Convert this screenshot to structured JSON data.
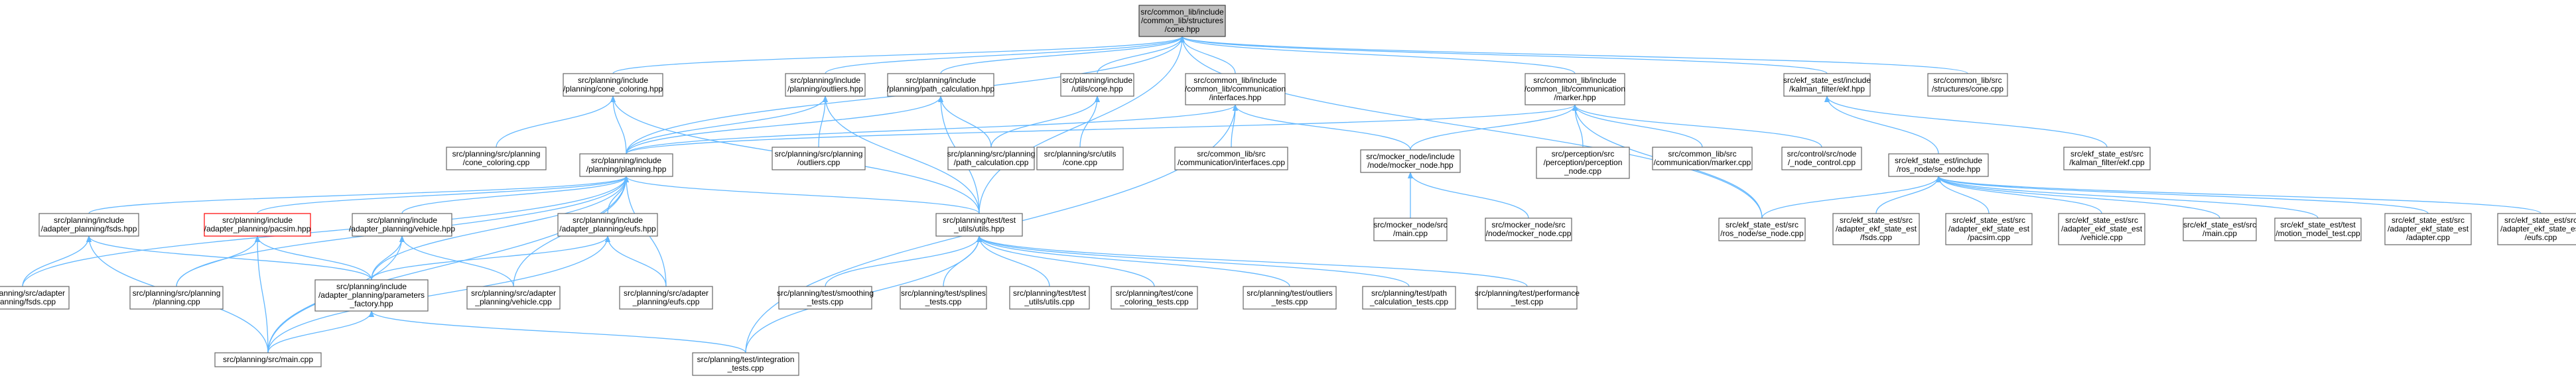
{
  "colors": {
    "edge": "#63b8ff",
    "node_border": "#666666",
    "root_fill": "#bfbfbf",
    "highlight_border": "#ff0000"
  },
  "nodes": [
    {
      "id": "cone_hpp",
      "lines": [
        "src/common_lib/include",
        "/common_lib/structures",
        "/cone.hpp"
      ]
    },
    {
      "id": "cone_coloring_hpp",
      "lines": [
        "src/planning/include",
        "/planning/cone_coloring.hpp"
      ]
    },
    {
      "id": "outliers_hpp",
      "lines": [
        "src/planning/include",
        "/planning/outliers.hpp"
      ]
    },
    {
      "id": "path_calc_hpp",
      "lines": [
        "src/planning/include",
        "/planning/path_calculation.hpp"
      ]
    },
    {
      "id": "utils_cone_hpp",
      "lines": [
        "src/planning/include",
        "/utils/cone.hpp"
      ]
    },
    {
      "id": "interfaces_hpp",
      "lines": [
        "src/common_lib/include",
        "/common_lib/communication",
        "/interfaces.hpp"
      ]
    },
    {
      "id": "marker_hpp",
      "lines": [
        "src/common_lib/include",
        "/common_lib/communication",
        "/marker.hpp"
      ]
    },
    {
      "id": "kalman_filter_hpp",
      "lines": [
        "src/ekf_state_est/include",
        "/kalman_filter/ekf.hpp"
      ]
    },
    {
      "id": "structures_cone_cpp",
      "lines": [
        "src/common_lib/src",
        "/structures/cone.cpp"
      ]
    },
    {
      "id": "cone_coloring_cpp",
      "lines": [
        "src/planning/src/planning",
        "/cone_coloring.cpp"
      ]
    },
    {
      "id": "planning_hpp",
      "lines": [
        "src/planning/include",
        "/planning/planning.hpp"
      ]
    },
    {
      "id": "outliers_cpp",
      "lines": [
        "src/planning/src/planning",
        "/outliers.cpp"
      ]
    },
    {
      "id": "path_calc_cpp",
      "lines": [
        "src/planning/src/planning",
        "/path_calculation.cpp"
      ]
    },
    {
      "id": "utils_cone_cpp",
      "lines": [
        "src/planning/src/utils",
        "/cone.cpp"
      ]
    },
    {
      "id": "interfaces_cpp",
      "lines": [
        "src/common_lib/src",
        "/communication/interfaces.cpp"
      ]
    },
    {
      "id": "mocker_node_hpp",
      "lines": [
        "src/mocker_node/include",
        "/node/mocker_node.hpp"
      ]
    },
    {
      "id": "perception_node_cpp",
      "lines": [
        "src/perception/src",
        "/perception/perception",
        "_node.cpp"
      ]
    },
    {
      "id": "marker_cpp",
      "lines": [
        "src/common_lib/src",
        "/communication/marker.cpp"
      ]
    },
    {
      "id": "control_node_cpp",
      "lines": [
        "src/control/src/node",
        "/_node_control.cpp"
      ]
    },
    {
      "id": "se_node_hpp",
      "lines": [
        "src/ekf_state_est/include",
        "/ros_node/se_node.hpp"
      ]
    },
    {
      "id": "kalman_filter_cpp",
      "lines": [
        "src/ekf_state_est/src",
        "/kalman_filter/ekf.cpp"
      ]
    },
    {
      "id": "fsds_hpp",
      "lines": [
        "src/planning/include",
        "/adapter_planning/fsds.hpp"
      ]
    },
    {
      "id": "pacsim_hpp",
      "lines": [
        "src/planning/include",
        "/adapter_planning/pacsim.hpp"
      ]
    },
    {
      "id": "vehicle_hpp",
      "lines": [
        "src/planning/include",
        "/adapter_planning/vehicle.hpp"
      ]
    },
    {
      "id": "eufs_hpp",
      "lines": [
        "src/planning/include",
        "/adapter_planning/eufs.hpp"
      ]
    },
    {
      "id": "utils_hpp",
      "lines": [
        "src/planning/test/test",
        "_utils/utils.hpp"
      ]
    },
    {
      "id": "mocker_main_cpp",
      "lines": [
        "src/mocker_node/src",
        "/main.cpp"
      ]
    },
    {
      "id": "mocker_node_cpp",
      "lines": [
        "src/mocker_node/src",
        "/node/mocker_node.cpp"
      ]
    },
    {
      "id": "se_node_cpp",
      "lines": [
        "src/ekf_state_est/src",
        "/ros_node/se_node.cpp"
      ]
    },
    {
      "id": "ekf_fsds_cpp",
      "lines": [
        "src/ekf_state_est/src",
        "/adapter_ekf_state_est",
        "/fsds.cpp"
      ]
    },
    {
      "id": "ekf_pacsim_cpp",
      "lines": [
        "src/ekf_state_est/src",
        "/adapter_ekf_state_est",
        "/pacsim.cpp"
      ]
    },
    {
      "id": "ekf_vehicle_cpp",
      "lines": [
        "src/ekf_state_est/src",
        "/adapter_ekf_state_est",
        "/vehicle.cpp"
      ]
    },
    {
      "id": "ekf_main_cpp",
      "lines": [
        "src/ekf_state_est/src",
        "/main.cpp"
      ]
    },
    {
      "id": "motion_model_test_cpp",
      "lines": [
        "src/ekf_state_est/test",
        "/motion_model_test.cpp"
      ]
    },
    {
      "id": "ekf_adapter_cpp",
      "lines": [
        "src/ekf_state_est/src",
        "/adapter_ekf_state_est",
        "/adapter.cpp"
      ]
    },
    {
      "id": "ekf_eufs_cpp",
      "lines": [
        "src/ekf_state_est/src",
        "/adapter_ekf_state_est",
        "/eufs.cpp"
      ]
    },
    {
      "id": "adapter_fsds_cpp",
      "lines": [
        "src/planning/src/adapter",
        "_planning/fsds.cpp"
      ]
    },
    {
      "id": "planning_cpp",
      "lines": [
        "src/planning/src/planning",
        "/planning.cpp"
      ]
    },
    {
      "id": "parameters_factory_hpp",
      "lines": [
        "src/planning/include",
        "/adapter_planning/parameters",
        "_factory.hpp"
      ]
    },
    {
      "id": "adapter_vehicle_cpp",
      "lines": [
        "src/planning/src/adapter",
        "_planning/vehicle.cpp"
      ]
    },
    {
      "id": "adapter_eufs_cpp",
      "lines": [
        "src/planning/src/adapter",
        "_planning/eufs.cpp"
      ]
    },
    {
      "id": "smoothing_tests_cpp",
      "lines": [
        "src/planning/test/smoothing",
        "_tests.cpp"
      ]
    },
    {
      "id": "splines_tests_cpp",
      "lines": [
        "src/planning/test/splines",
        "_tests.cpp"
      ]
    },
    {
      "id": "utils_cpp",
      "lines": [
        "src/planning/test/test",
        "_utils/utils.cpp"
      ]
    },
    {
      "id": "cone_coloring_tests_cpp",
      "lines": [
        "src/planning/test/cone",
        "_coloring_tests.cpp"
      ]
    },
    {
      "id": "outliers_tests_cpp",
      "lines": [
        "src/planning/test/outliers",
        "_tests.cpp"
      ]
    },
    {
      "id": "path_calc_tests_cpp",
      "lines": [
        "src/planning/test/path",
        "_calculation_tests.cpp"
      ]
    },
    {
      "id": "performance_test_cpp",
      "lines": [
        "src/planning/test/performance",
        "_test.cpp"
      ]
    },
    {
      "id": "planning_main_cpp",
      "lines": [
        "src/planning/src/main.cpp"
      ]
    },
    {
      "id": "integration_tests_cpp",
      "lines": [
        "src/planning/test/integration",
        "_tests.cpp"
      ]
    }
  ],
  "edges": [
    [
      "cone_coloring_hpp",
      "cone_hpp"
    ],
    [
      "outliers_hpp",
      "cone_hpp"
    ],
    [
      "path_calc_hpp",
      "cone_hpp"
    ],
    [
      "utils_cone_hpp",
      "cone_hpp"
    ],
    [
      "interfaces_hpp",
      "cone_hpp"
    ],
    [
      "marker_hpp",
      "cone_hpp"
    ],
    [
      "kalman_filter_hpp",
      "cone_hpp"
    ],
    [
      "structures_cone_cpp",
      "cone_hpp"
    ],
    [
      "planning_hpp",
      "cone_hpp"
    ],
    [
      "utils_hpp",
      "cone_hpp"
    ],
    [
      "se_node_cpp",
      "cone_hpp"
    ],
    [
      "cone_coloring_cpp",
      "cone_coloring_hpp"
    ],
    [
      "planning_hpp",
      "cone_coloring_hpp"
    ],
    [
      "utils_hpp",
      "cone_coloring_hpp"
    ],
    [
      "outliers_cpp",
      "outliers_hpp"
    ],
    [
      "planning_hpp",
      "outliers_hpp"
    ],
    [
      "utils_hpp",
      "outliers_hpp"
    ],
    [
      "path_calc_cpp",
      "path_calc_hpp"
    ],
    [
      "planning_hpp",
      "path_calc_hpp"
    ],
    [
      "utils_hpp",
      "path_calc_hpp"
    ],
    [
      "path_calc_cpp",
      "utils_cone_hpp"
    ],
    [
      "utils_cone_cpp",
      "utils_cone_hpp"
    ],
    [
      "interfaces_cpp",
      "interfaces_hpp"
    ],
    [
      "mocker_node_hpp",
      "interfaces_hpp"
    ],
    [
      "planning_hpp",
      "interfaces_hpp"
    ],
    [
      "integration_tests_cpp",
      "interfaces_hpp"
    ],
    [
      "mocker_node_hpp",
      "marker_hpp"
    ],
    [
      "perception_node_cpp",
      "marker_hpp"
    ],
    [
      "marker_cpp",
      "marker_hpp"
    ],
    [
      "control_node_cpp",
      "marker_hpp"
    ],
    [
      "planning_hpp",
      "marker_hpp"
    ],
    [
      "se_node_cpp",
      "marker_hpp"
    ],
    [
      "se_node_hpp",
      "kalman_filter_hpp"
    ],
    [
      "kalman_filter_cpp",
      "kalman_filter_hpp"
    ],
    [
      "mocker_main_cpp",
      "mocker_node_hpp"
    ],
    [
      "mocker_node_cpp",
      "mocker_node_hpp"
    ],
    [
      "se_node_cpp",
      "se_node_hpp"
    ],
    [
      "ekf_fsds_cpp",
      "se_node_hpp"
    ],
    [
      "ekf_pacsim_cpp",
      "se_node_hpp"
    ],
    [
      "ekf_vehicle_cpp",
      "se_node_hpp"
    ],
    [
      "ekf_main_cpp",
      "se_node_hpp"
    ],
    [
      "motion_model_test_cpp",
      "se_node_hpp"
    ],
    [
      "ekf_adapter_cpp",
      "se_node_hpp"
    ],
    [
      "ekf_eufs_cpp",
      "se_node_hpp"
    ],
    [
      "fsds_hpp",
      "planning_hpp"
    ],
    [
      "pacsim_hpp",
      "planning_hpp"
    ],
    [
      "vehicle_hpp",
      "planning_hpp"
    ],
    [
      "eufs_hpp",
      "planning_hpp"
    ],
    [
      "utils_hpp",
      "planning_hpp"
    ],
    [
      "adapter_fsds_cpp",
      "planning_hpp"
    ],
    [
      "planning_cpp",
      "planning_hpp"
    ],
    [
      "parameters_factory_hpp",
      "planning_hpp"
    ],
    [
      "adapter_vehicle_cpp",
      "planning_hpp"
    ],
    [
      "adapter_eufs_cpp",
      "planning_hpp"
    ],
    [
      "planning_main_cpp",
      "planning_hpp"
    ],
    [
      "adapter_fsds_cpp",
      "fsds_hpp"
    ],
    [
      "parameters_factory_hpp",
      "fsds_hpp"
    ],
    [
      "planning_main_cpp",
      "fsds_hpp"
    ],
    [
      "planning_cpp",
      "pacsim_hpp"
    ],
    [
      "parameters_factory_hpp",
      "pacsim_hpp"
    ],
    [
      "planning_main_cpp",
      "pacsim_hpp"
    ],
    [
      "parameters_factory_hpp",
      "vehicle_hpp"
    ],
    [
      "adapter_vehicle_cpp",
      "vehicle_hpp"
    ],
    [
      "planning_main_cpp",
      "vehicle_hpp"
    ],
    [
      "parameters_factory_hpp",
      "eufs_hpp"
    ],
    [
      "adapter_eufs_cpp",
      "eufs_hpp"
    ],
    [
      "planning_main_cpp",
      "eufs_hpp"
    ],
    [
      "planning_main_cpp",
      "parameters_factory_hpp"
    ],
    [
      "integration_tests_cpp",
      "parameters_factory_hpp"
    ],
    [
      "smoothing_tests_cpp",
      "utils_hpp"
    ],
    [
      "splines_tests_cpp",
      "utils_hpp"
    ],
    [
      "utils_cpp",
      "utils_hpp"
    ],
    [
      "cone_coloring_tests_cpp",
      "utils_hpp"
    ],
    [
      "outliers_tests_cpp",
      "utils_hpp"
    ],
    [
      "path_calc_tests_cpp",
      "utils_hpp"
    ],
    [
      "performance_test_cpp",
      "utils_hpp"
    ],
    [
      "integration_tests_cpp",
      "utils_hpp"
    ]
  ]
}
